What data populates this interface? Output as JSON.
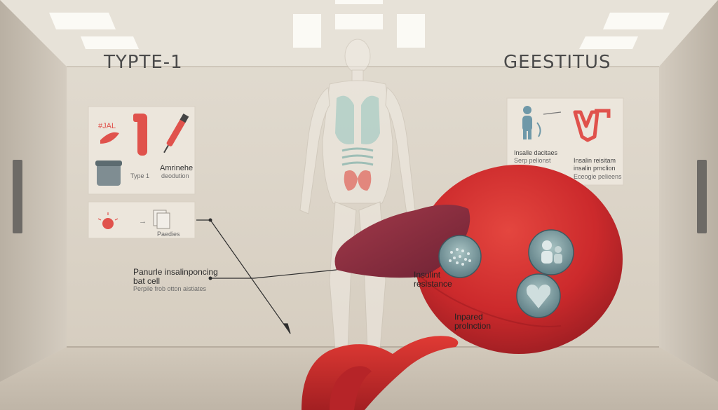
{
  "titles": {
    "left": "TYPTE-1",
    "right": "GEESTITUS"
  },
  "left_panel_top": {
    "glyph_text": "#JAL",
    "number": "1",
    "label_type": "Type 1",
    "label_right_1": "Amrinehe",
    "label_right_2": "deodution"
  },
  "left_panel_bottom": {
    "arrow": "→",
    "label": "Paedies"
  },
  "left_callout": {
    "line1": "Panurle insalinponcing",
    "line2": "bat cell",
    "line3": "Perpile frob otton aistiates"
  },
  "right_panel": {
    "label_left_1": "Insalle dacitaes",
    "label_left_2": "Serp pelionst",
    "label_right_1": "Insalin reisitam",
    "label_right_2": "insalin prnclion",
    "label_right_3": "Eceogie pelieens"
  },
  "organ_labels": {
    "resistance_1": "Insulint",
    "resistance_2": "resistance",
    "impaired_1": "Inpared",
    "impaired_2": "prolnction"
  },
  "colors": {
    "wall": "#ddd5c8",
    "ceiling": "#e8e3da",
    "floor": "#c9bfb1",
    "organ_red": "#d0292e",
    "organ_dark": "#8e2a3b",
    "icon_teal": "#5d7f86",
    "accent_red": "#e0524c"
  }
}
